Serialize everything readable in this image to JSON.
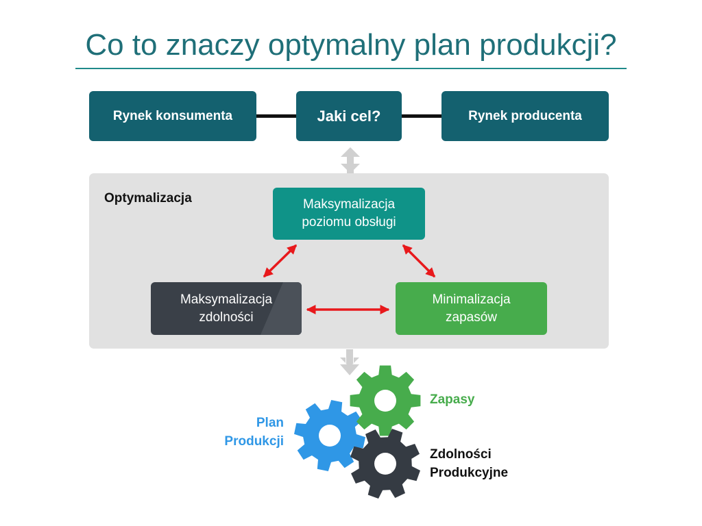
{
  "title": "Co to znaczy optymalny plan produkcji?",
  "top_row": {
    "left": "Rynek konsumenta",
    "center": "Jaki cel?",
    "right": "Rynek producenta"
  },
  "optimization": {
    "label": "Optymalizacja",
    "service": {
      "line1": "Maksymalizacja",
      "line2": "poziomu obsługi"
    },
    "capacity": {
      "line1": "Maksymalizacja",
      "line2": "zdolności"
    },
    "inventory": {
      "line1": "Minimalizacja",
      "line2": "zapasów"
    }
  },
  "gears": {
    "plan": {
      "line1": "Plan",
      "line2": "Produkcji",
      "color": "#2f97e6"
    },
    "inventory": {
      "line1": "Zapasy",
      "color": "#47ac4c"
    },
    "capacity": {
      "line1": "Zdolności",
      "line2": "Produkcyjne",
      "color": "#353b43"
    }
  },
  "colors": {
    "title": "#1f6f78",
    "top_box": "#14616f",
    "service_card": "#0f9388",
    "capacity_card": "#3a4048",
    "inventory_card": "#47ac4c",
    "panel": "#e1e1e1",
    "tradeoff_arrow": "#e8191c",
    "flow_arrow": "#d0d0d0"
  },
  "icons": {
    "flow_up": "double-arrow-up-icon",
    "flow_down": "double-arrow-down-icon",
    "tradeoff": "double-headed-arrow-icon",
    "gear": "gear-icon"
  }
}
